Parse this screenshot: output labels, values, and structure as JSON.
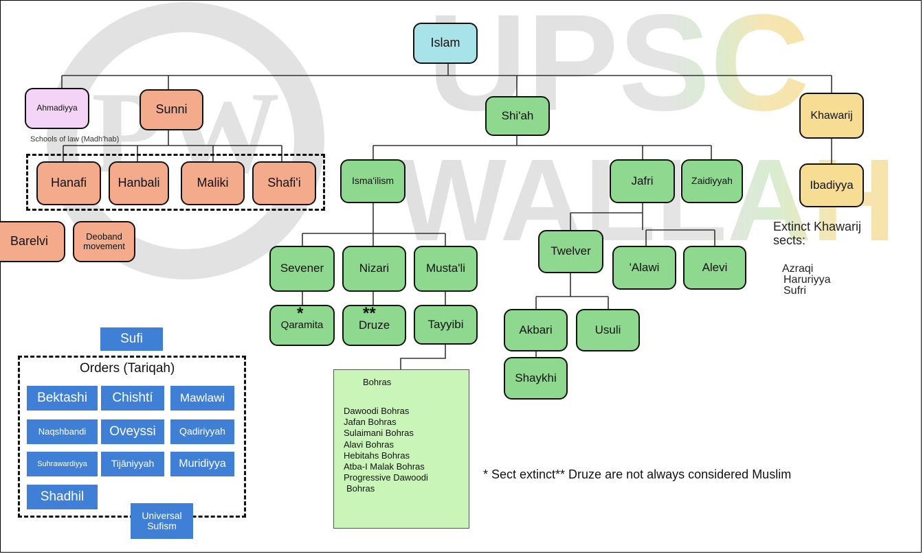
{
  "watermark": {
    "text1": "UPSC",
    "text2": "WALLAH",
    "logo": "PW"
  },
  "nodes": {
    "islam": "Islam",
    "ahmadiyya": "Ahmadiyya",
    "sunni": "Sunni",
    "shiah": "Shi'ah",
    "khawarij": "Khawarij",
    "hanafi": "Hanafi",
    "hanbali": "Hanbali",
    "maliki": "Maliki",
    "shafii": "Shafi'i",
    "barelvi": "Barelvi",
    "deoband": "Deoband movement",
    "ismailism": "Isma'ilism",
    "jafri": "Jafri",
    "zaidiyyah": "Zaidiyyah",
    "ibadiyya": "Ibadiyya",
    "sevener": "Sevener",
    "nizari": "Nizari",
    "mustali": "Musta'li",
    "twelver": "Twelver",
    "alawi": "'Alawi",
    "alevi": "Alevi",
    "qaramita": "Qaramita",
    "druze": "Druze",
    "tayyibi": "Tayyibi",
    "akbari": "Akbari",
    "usuli": "Usuli",
    "shaykhi": "Shaykhi"
  },
  "markers": {
    "qaramita": "*",
    "druze": "**"
  },
  "schools_label": "Schools of law (Madh'hab)",
  "khawarij_extinct": {
    "title": "Extinct Khawarij sects:",
    "items": [
      "Azraqi",
      "Haruriyya",
      "Sufri"
    ]
  },
  "bohras": {
    "title": "Bohras",
    "items": [
      "Dawoodi Bohras",
      "Jafan Bohras",
      "Sulaimani Bohras",
      "Alavi Bohras",
      "Hebitahs Bohras",
      "Atba-I Malak Bohras",
      "Progressive Dawoodi",
      "Bohras"
    ]
  },
  "footnote": "* Sect extinct** Druze are not always considered Muslim",
  "sufi": {
    "title": "Sufi",
    "orders_label": "Orders (Tariqah)",
    "orders": [
      "Bektashi",
      "Chishtí",
      "Mawlawi",
      "Naqshbandi",
      "Oveyssi",
      "Qadiriyyah",
      "Suhrawardiyya",
      "Tijāniyyah",
      "Muridiyya",
      "Shadhil",
      "Universal Sufism"
    ]
  },
  "colors": {
    "green": "#8fd88f",
    "salmon": "#f4ab8c",
    "pink": "#f4d4f6",
    "cyan": "#a8e3ea",
    "yellow": "#f7dc94",
    "sufi_blue": "#3f7fd6",
    "bohras_bg": "#c9f5b8"
  }
}
